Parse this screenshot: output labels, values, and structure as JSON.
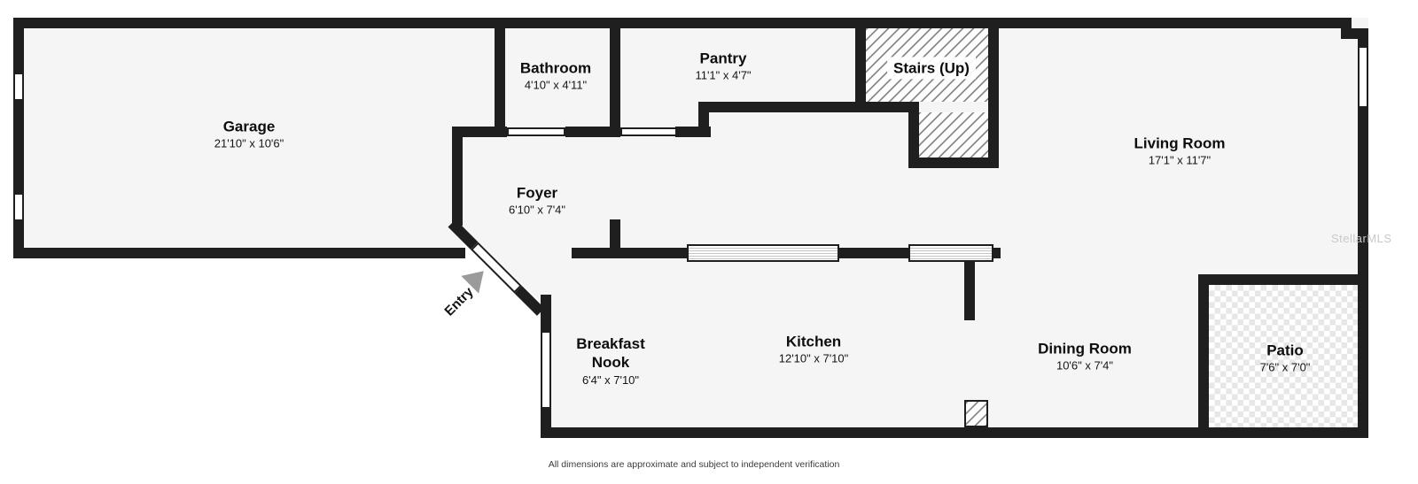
{
  "rooms": {
    "garage": {
      "name": "Garage",
      "dims": "21'10\" x 10'6\""
    },
    "bathroom": {
      "name": "Bathroom",
      "dims": "4'10\" x 4'11\""
    },
    "pantry": {
      "name": "Pantry",
      "dims": "11'1\" x 4'7\""
    },
    "stairs": {
      "name": "Stairs (Up)"
    },
    "living_room": {
      "name": "Living Room",
      "dims": "17'1\" x 11'7\""
    },
    "foyer": {
      "name": "Foyer",
      "dims": "6'10\" x 7'4\""
    },
    "entry": {
      "name": "Entry"
    },
    "breakfast_nook": {
      "name": "Breakfast Nook",
      "dims": "6'4\" x 7'10\""
    },
    "kitchen": {
      "name": "Kitchen",
      "dims": "12'10\" x 7'10\""
    },
    "dining_room": {
      "name": "Dining Room",
      "dims": "10'6\" x 7'4\""
    },
    "patio": {
      "name": "Patio",
      "dims": "7'6\" x 7'0\""
    }
  },
  "footer": {
    "disclaimer": "All dimensions are approximate and subject to independent verification"
  },
  "watermark": "StellarMLS",
  "colors": {
    "wall": "#1f1f1f",
    "floor": "#f5f5f5",
    "hatch_line": "#2d2d2d",
    "tile": "#e7e7e7",
    "entry_arrow": "#9b9b9b",
    "watermark": "#c9c9c9"
  }
}
